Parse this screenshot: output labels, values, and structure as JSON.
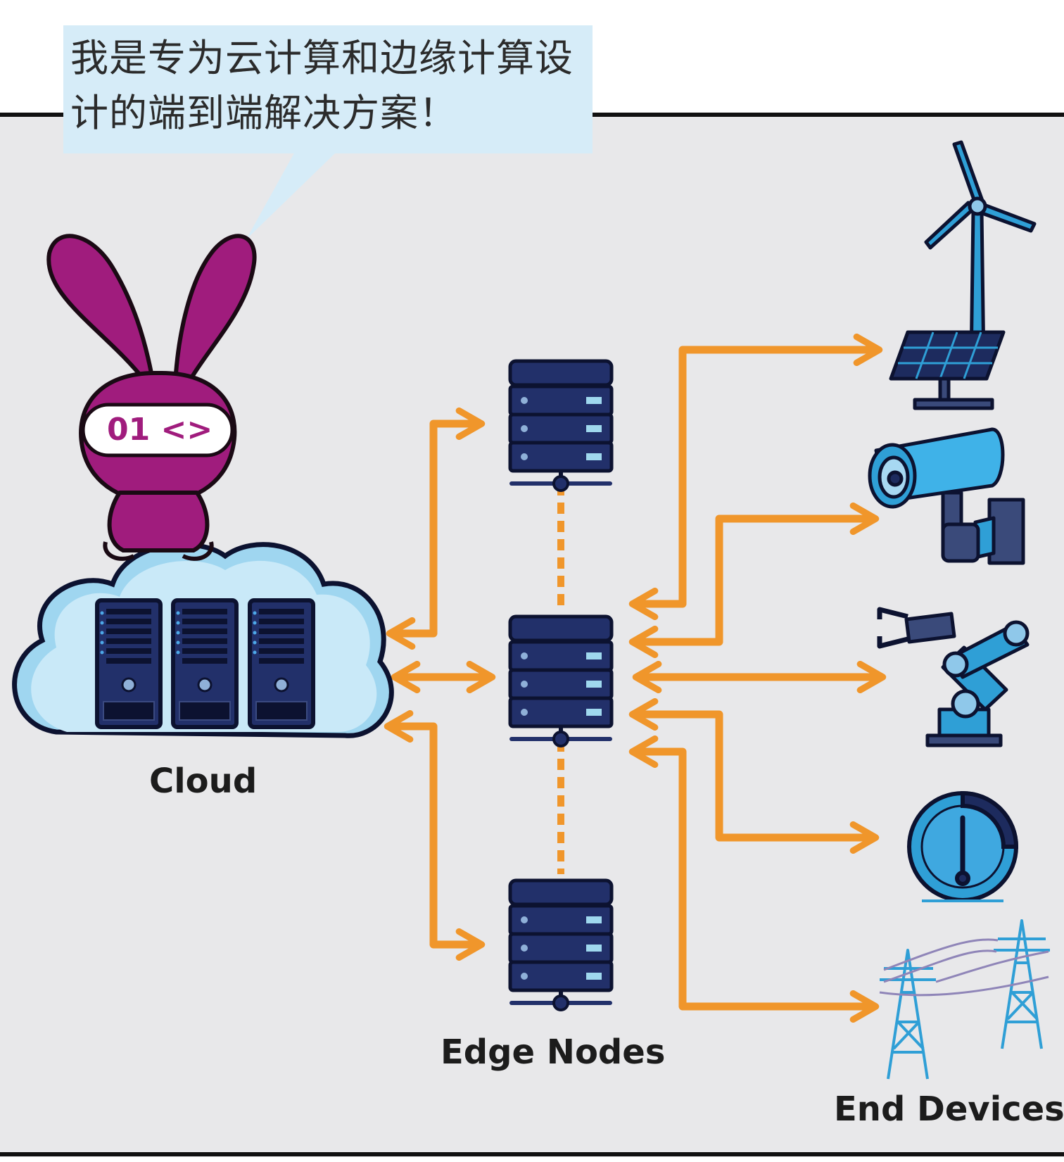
{
  "speech_bubble": {
    "line1": "我是专为云计算和边缘计算设",
    "line2": "计的端到端解决方案！"
  },
  "mascot": {
    "mask_text": "01 <>",
    "color": "#a01c7d"
  },
  "labels": {
    "cloud": "Cloud",
    "edge_nodes": "Edge Nodes",
    "end_devices": "End Devices"
  },
  "icons": {
    "cloud": "cloud-servers-icon",
    "edge_node": "server-rack-icon",
    "devices": [
      "wind-turbine-solar-icon",
      "security-camera-icon",
      "robot-arm-icon",
      "gauge-icon",
      "power-tower-icon"
    ]
  },
  "colors": {
    "arrow": "#f0962b",
    "background": "#e8e8ea",
    "bubble": "#d6ecf8",
    "server": "#1d2b5e",
    "device_blue": "#2f9fd6"
  }
}
